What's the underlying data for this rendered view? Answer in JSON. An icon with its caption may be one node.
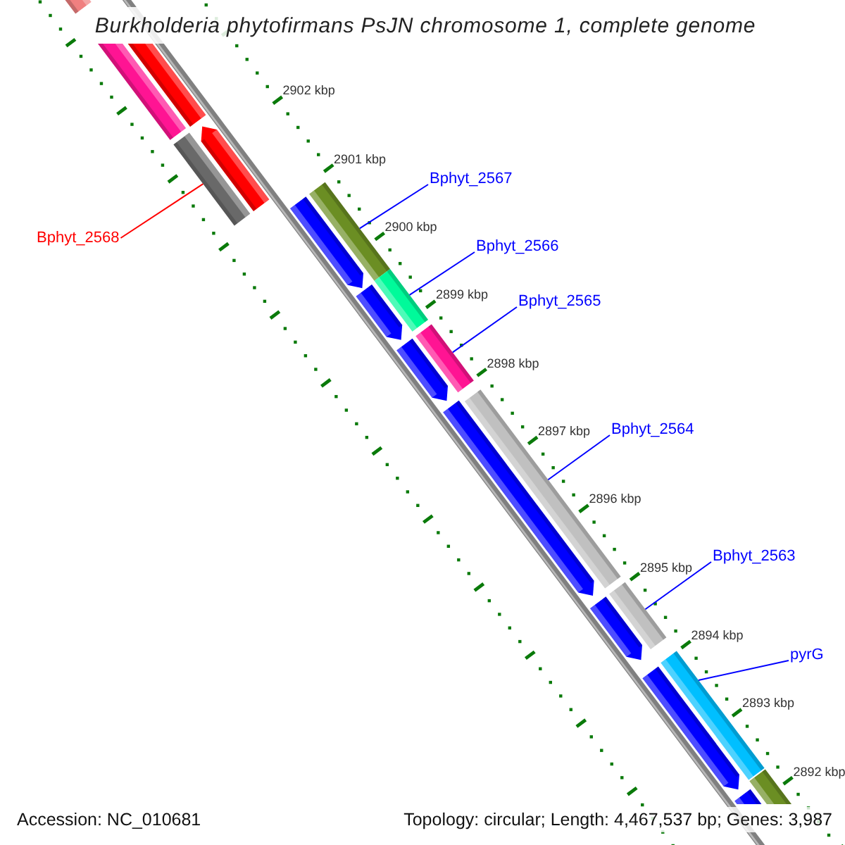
{
  "diagram": {
    "title": "Burkholderia phytofirmans PsJN chromosome 1, complete genome",
    "nodes": [
      {
        "text": [
          "Bphyt_2567"
        ]
      },
      {
        "text": [
          "Bphyt_2568"
        ]
      },
      {
        "text": [
          "Bphyt_2566"
        ]
      },
      {
        "text": [
          "Bphyt_2565"
        ]
      },
      {
        "text": [
          "Bphyt_2564"
        ]
      },
      {
        "text": [
          "Bphyt_2563"
        ]
      },
      {
        "text": [
          "pyrG"
        ]
      },
      {
        "text": [],
        "shape": "bar"
      },
      {
        "text": [],
        "shape": "arrow"
      },
      {
        "text": [],
        "shape": "bar"
      },
      {
        "text": [],
        "shape": "bar"
      },
      {
        "text": [],
        "shape": "arrow"
      },
      {
        "text": [],
        "shape": "arrow"
      },
      {
        "text": [],
        "shape": "bar"
      },
      {
        "text": [],
        "shape": "arrow"
      },
      {
        "text": [],
        "shape": "bar"
      },
      {
        "text": [],
        "shape": "arrow"
      },
      {
        "text": [],
        "shape": "bar"
      },
      {
        "text": [],
        "shape": "arrow"
      },
      {
        "text": [],
        "shape": "bar"
      },
      {
        "text": [],
        "shape": "arrow"
      },
      {
        "text": [],
        "shape": "bar"
      },
      {
        "text": [],
        "shape": "arrow"
      },
      {
        "text": [],
        "shape": "bar"
      },
      {
        "text": [],
        "shape": "arrow"
      },
      {
        "text": [],
        "shape": "bar"
      }
    ],
    "edges": [
      {
        "from": 0,
        "to": 13,
        "arrow": "none"
      },
      {
        "from": 1,
        "to": 10,
        "arrow": "none",
        "color": "#ff0000"
      },
      {
        "from": 2,
        "to": 15,
        "arrow": "none"
      },
      {
        "from": 3,
        "to": 17,
        "arrow": "none"
      },
      {
        "from": 4,
        "to": 19,
        "arrow": "none"
      },
      {
        "from": 5,
        "to": 21,
        "arrow": "none"
      },
      {
        "from": 6,
        "to": 23,
        "arrow": "none"
      }
    ],
    "labels": [
      "2902 kbp",
      "2901 kbp",
      "2900 kbp",
      "2899 kbp",
      "2898 kbp",
      "2897 kbp",
      "2896 kbp",
      "2895 kbp",
      "2894 kbp",
      "2893 kbp",
      "2892 kbp",
      "Accession: NC_010681",
      "Topology: circular; Length: 4,467,537 bp; Genes: 3,987"
    ]
  }
}
